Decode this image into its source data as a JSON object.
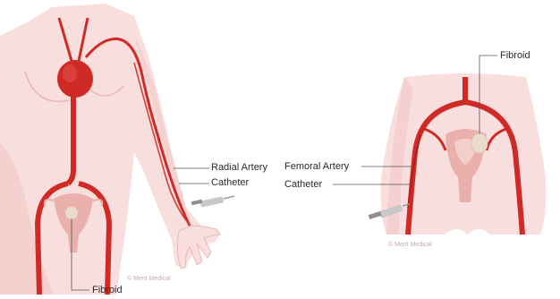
{
  "left_panel": {
    "labels": {
      "radial_artery": "Radial Artery",
      "catheter": "Catheter",
      "fibroid": "Fibroid"
    },
    "watermark": "© Merit Medical"
  },
  "right_panel": {
    "labels": {
      "fibroid": "Fibroid",
      "femoral_artery": "Femoral Artery",
      "catheter": "Catheter"
    },
    "watermark": "© Merit Medical"
  },
  "colors": {
    "skin": "#f8dedd",
    "skin_shade": "#f1c6c4",
    "artery": "#cf2a26",
    "artery_dark": "#a81d1a",
    "uterus": "#eab0ab",
    "fibroid": "#e9dccd",
    "leader_line": "#555555"
  }
}
